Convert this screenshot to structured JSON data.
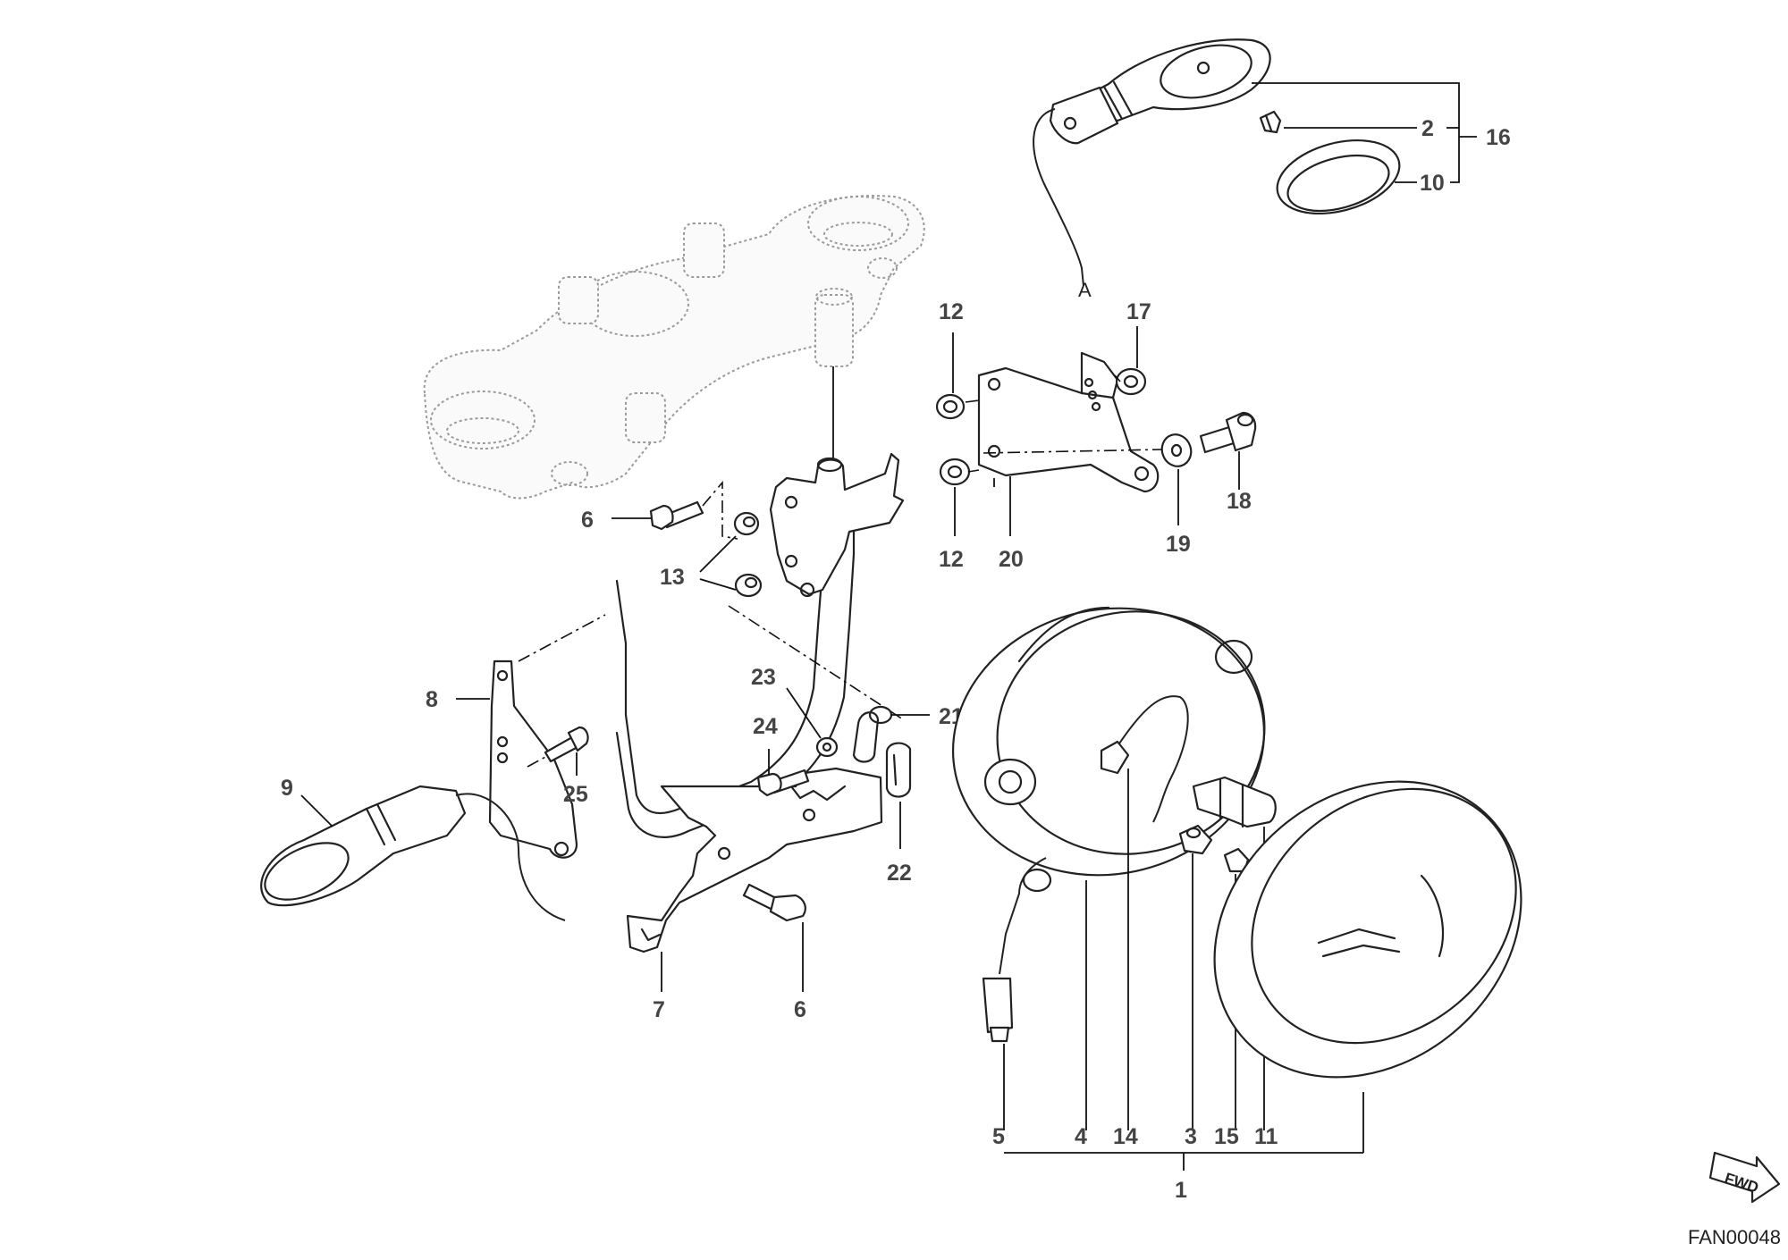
{
  "diagram": {
    "part_labels": {
      "p1": "1",
      "p2": "2",
      "p3": "3",
      "p4": "4",
      "p5": "5",
      "p6a": "6",
      "p6b": "6",
      "p7": "7",
      "p8": "8",
      "p9": "9",
      "p10": "10",
      "p11": "11",
      "p12a": "12",
      "p12b": "12",
      "p13": "13",
      "p14": "14",
      "p15": "15",
      "p16": "16",
      "p17": "17",
      "p18": "18",
      "p19": "19",
      "p20": "20",
      "p21": "21",
      "p22": "22",
      "p23": "23",
      "p24": "24",
      "p25": "25"
    },
    "connector_mark": "A",
    "direction_badge": "FWD",
    "drawing_code": "FAN00048"
  }
}
